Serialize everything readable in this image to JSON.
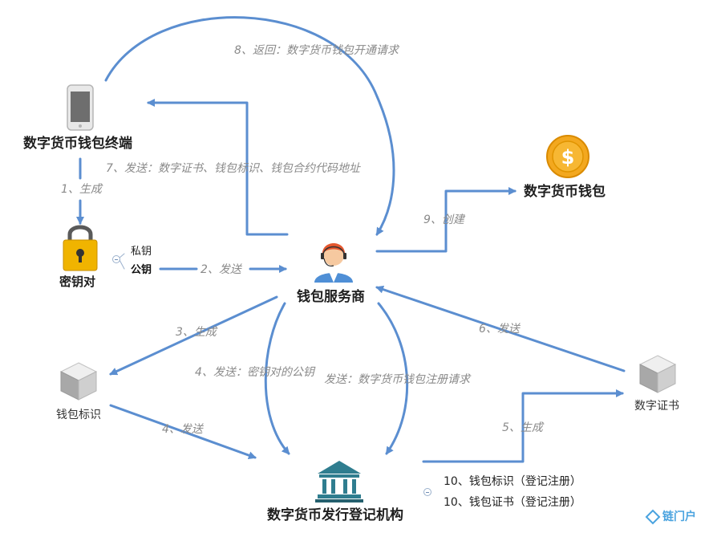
{
  "nodes": {
    "terminal": "数字货币钱包终端",
    "keypair": "密钥对",
    "provider": "钱包服务商",
    "wallet": "数字货币钱包",
    "wallet_id": "钱包标识",
    "certificate": "数字证书",
    "registry": "数字货币发行登记机构"
  },
  "keypair_items": {
    "private_key": "私钥",
    "public_key": "公钥"
  },
  "edges": {
    "e1": "1、生成",
    "e2": "2、发送",
    "e3": "3、生成",
    "e4a": "4、发送：密钥对的公钥",
    "e4b": "发送：数字货币钱包注册请求",
    "e4c": "4、发送",
    "e5": "5、生成",
    "e6": "6、发送",
    "e7": "7、发送：数字证书、钱包标识、钱包合约代码地址",
    "e8": "8、返回：数字货币钱包开通请求",
    "e9": "9、创建"
  },
  "registry_items": [
    "10、钱包标识（登记注册）",
    "10、钱包证书（登记注册）"
  ],
  "watermark": "链门户",
  "colors": {
    "arrow": "#5b8ed0",
    "coin": "#f3a81f",
    "lock": "#f0b400",
    "building": "#2f7d8f",
    "person_hair": "#e4572e"
  }
}
